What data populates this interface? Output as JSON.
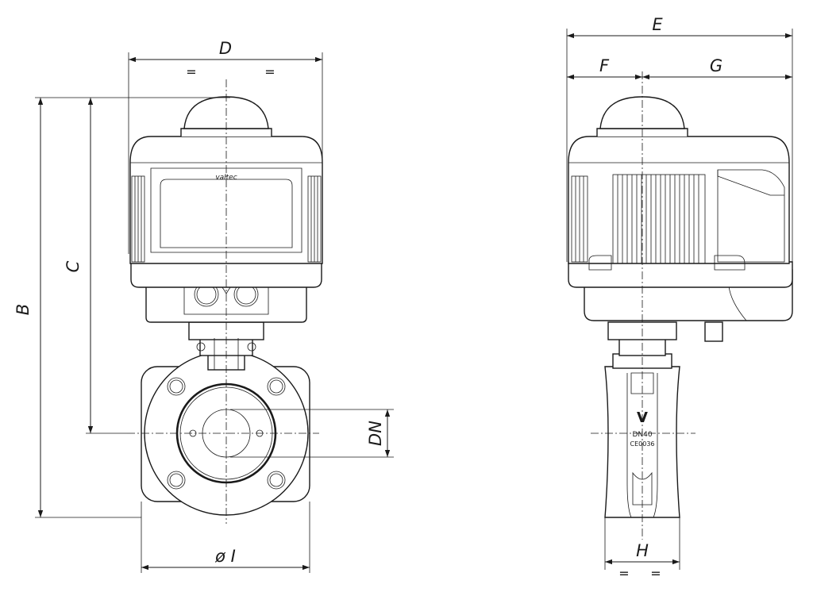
{
  "labels": {
    "D": "D",
    "E": "E",
    "F": "F",
    "G": "G",
    "B": "B",
    "C": "C",
    "DN": "DN",
    "I": "ø I",
    "H": "H",
    "eq": "="
  },
  "marking": {
    "size": "DN40",
    "code": "CE0036",
    "letter": "V",
    "brand": "valtec"
  }
}
